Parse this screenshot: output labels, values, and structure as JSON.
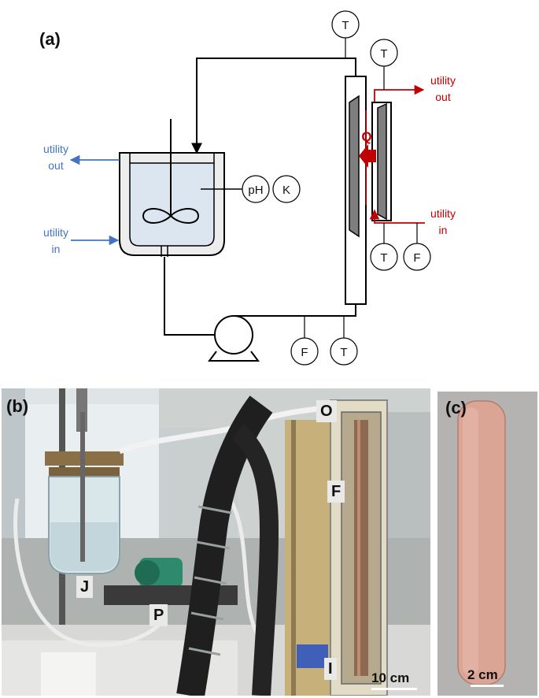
{
  "panel_a": {
    "label": "(a)",
    "utility_left": {
      "out_line1": "utility",
      "out_line2": "out",
      "in_line1": "utility",
      "in_line2": "in"
    },
    "utility_right": {
      "out_line1": "utility",
      "out_line2": "out",
      "in_line1": "utility",
      "in_line2": "in"
    },
    "heat_flux_label": "Q",
    "sensors": {
      "T": "T",
      "F": "F",
      "pH": "pH",
      "K": "K"
    }
  },
  "panel_b": {
    "label": "(b)",
    "tags": {
      "O": "O",
      "F": "F",
      "J": "J",
      "P": "P",
      "I": "I"
    },
    "scale": "10 cm"
  },
  "panel_c": {
    "label": "(c)",
    "scale": "2 cm"
  },
  "colors": {
    "blue_utility": "#4472c4",
    "red_utility": "#c00000",
    "vessel_fill": "#dce6f1",
    "jacket_fill": "#ededed",
    "plate_fill": "#7f7f7f",
    "copper": "#dba596"
  }
}
